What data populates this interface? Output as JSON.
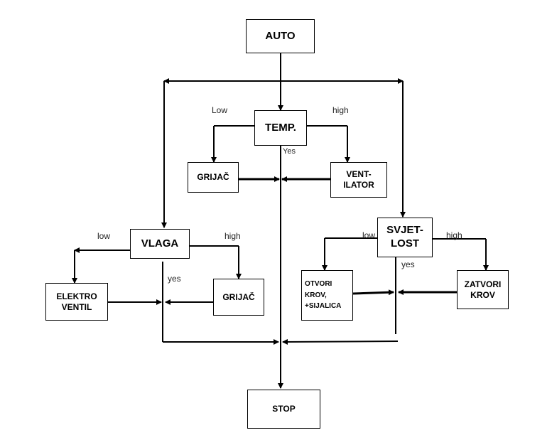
{
  "nodes": {
    "auto": "AUTO",
    "temp": "TEMP.",
    "grijac_top": "GRIJAČ",
    "ventilator": "VENT-\nILATOR",
    "vlaga": "VLAGA",
    "elektro_ventil": "ELEKTRO\nVENTIL",
    "grijac_bottom": "GRIJAČ",
    "svjetlost": "SVJET-\nLOST",
    "otvori_krov": "OTVORI\nKROV,\n+SIJALICA",
    "zatvori_krov": "ZATVORI\nKROV",
    "stop": "STOP"
  },
  "edge_labels": {
    "temp_low": "Low",
    "temp_high": "high",
    "temp_yes": "Yes",
    "vlaga_low": "low",
    "vlaga_high": "high",
    "vlaga_yes": "yes",
    "svjetlost_low": "low",
    "svjetlost_high": "high",
    "svjetlost_yes": "yes"
  },
  "colors": {
    "line": "#000000",
    "box_border": "#000000",
    "background": "#ffffff"
  }
}
